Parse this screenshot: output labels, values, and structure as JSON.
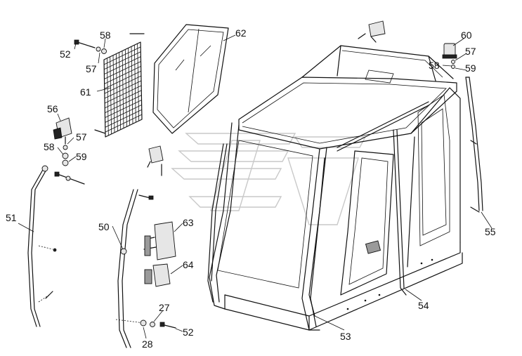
{
  "callouts": {
    "c52_top": "52",
    "c58_top": "58",
    "c57_top": "57",
    "c61": "61",
    "c62": "62",
    "c56": "56",
    "c57_mid": "57",
    "c58_mid": "58",
    "c59_mid": "59",
    "c51": "51",
    "c50": "50",
    "c63": "63",
    "c64": "64",
    "c27": "27",
    "c28": "28",
    "c52_bot": "52",
    "c60": "60",
    "c57_right": "57",
    "c58_right": "58",
    "c59_right": "59",
    "c55": "55",
    "c54": "54",
    "c53": "53"
  },
  "colors": {
    "line": "#111111",
    "watermark": "#c9c9c9",
    "background": "#ffffff"
  }
}
